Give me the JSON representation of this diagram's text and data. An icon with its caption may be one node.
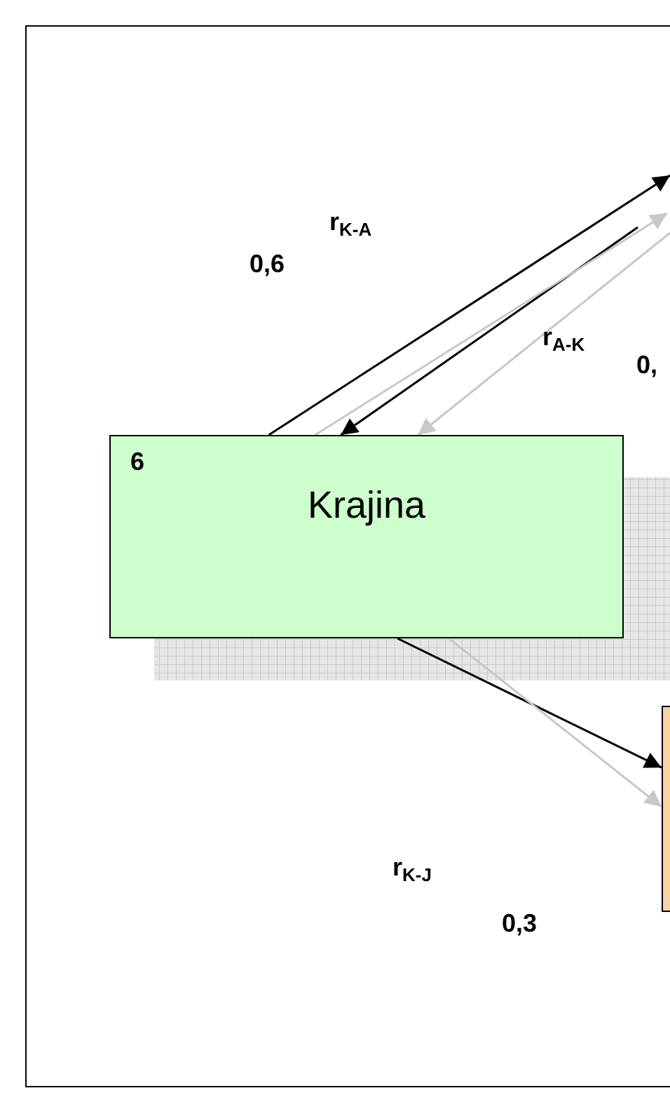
{
  "diagram": {
    "nodes": [
      {
        "text": [
          "6",
          "Krajina"
        ]
      },
      {
        "text": [],
        "shape": "box"
      }
    ],
    "edges": [
      {
        "from": 0,
        "to": null,
        "arrow": "to"
      },
      {
        "from": null,
        "to": 0,
        "arrow": "to"
      },
      {
        "from": 0,
        "to": null,
        "arrow": "to",
        "color": "#c8c8c8"
      },
      {
        "from": null,
        "to": 0,
        "arrow": "to",
        "color": "#c8c8c8"
      },
      {
        "from": 0,
        "to": 1,
        "arrow": "to"
      },
      {
        "from": 0,
        "to": 1,
        "arrow": "to",
        "color": "#c8c8c8"
      }
    ],
    "labels": [
      "r$_{K-A}$",
      "0,6",
      "r$_{A-K}$",
      "0,",
      "r$_{K-J}$",
      "0,3"
    ]
  }
}
